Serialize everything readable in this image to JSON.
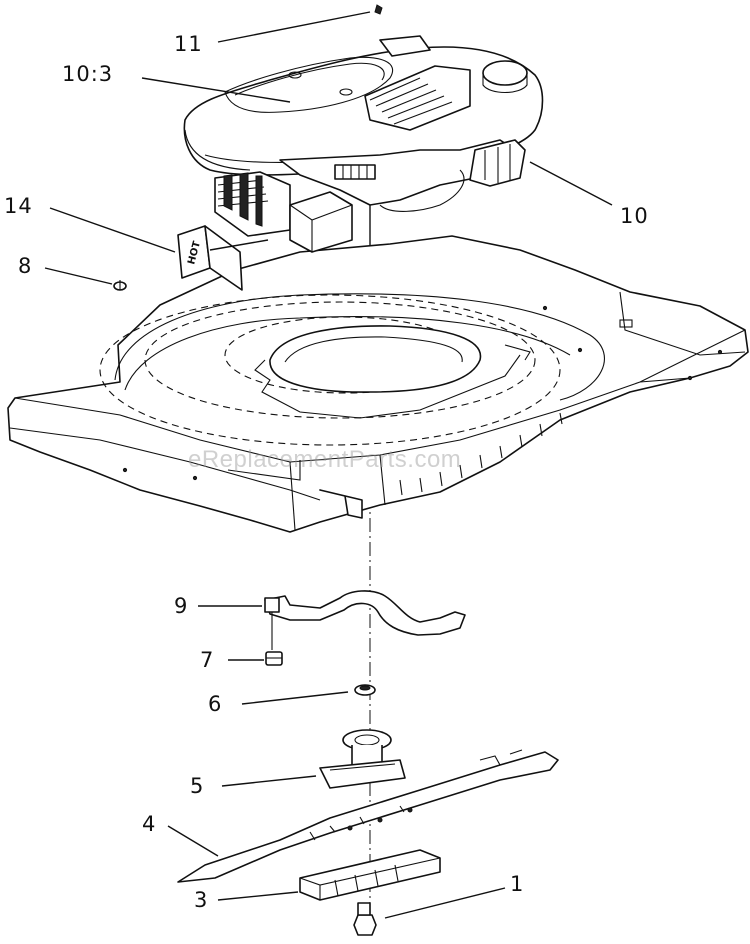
{
  "callouts": {
    "c1": "1",
    "c3": "3",
    "c4": "4",
    "c5": "5",
    "c6": "6",
    "c7": "7",
    "c8": "8",
    "c9": "9",
    "c10": "10",
    "c10_3": "10:3",
    "c11": "11",
    "c14": "14"
  },
  "watermark": "eReplacementParts.com",
  "decal_text": "HOT"
}
